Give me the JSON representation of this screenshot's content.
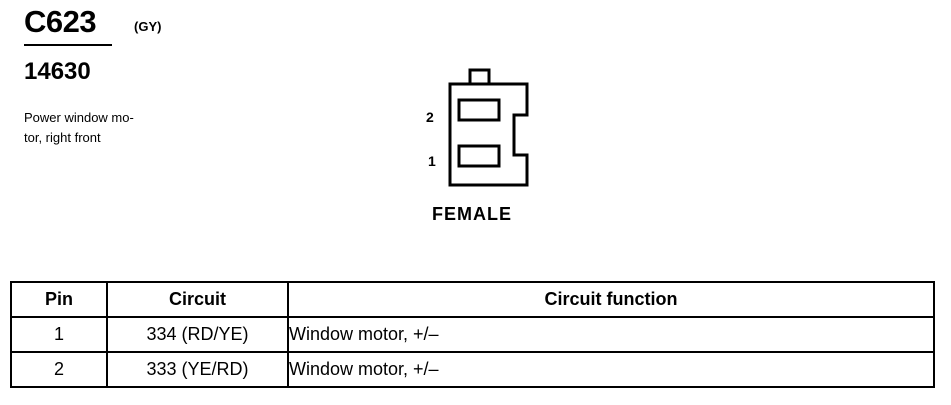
{
  "connector": {
    "id": "C623",
    "color_code": "(GY)",
    "part_number": "14630",
    "description": "Power window mo-tor, right front",
    "description_lines": [
      "Power window mo-",
      "tor, right front"
    ],
    "gender_label": "FEMALE"
  },
  "diagram": {
    "pin_labels": [
      "2",
      "1"
    ]
  },
  "table": {
    "headers": [
      "Pin",
      "Circuit",
      "Circuit function"
    ],
    "rows": [
      {
        "pin": "1",
        "circuit": "334 (RD/YE)",
        "function": "Window motor, +/–"
      },
      {
        "pin": "2",
        "circuit": "333 (YE/RD)",
        "function": "Window motor, +/–"
      }
    ]
  }
}
